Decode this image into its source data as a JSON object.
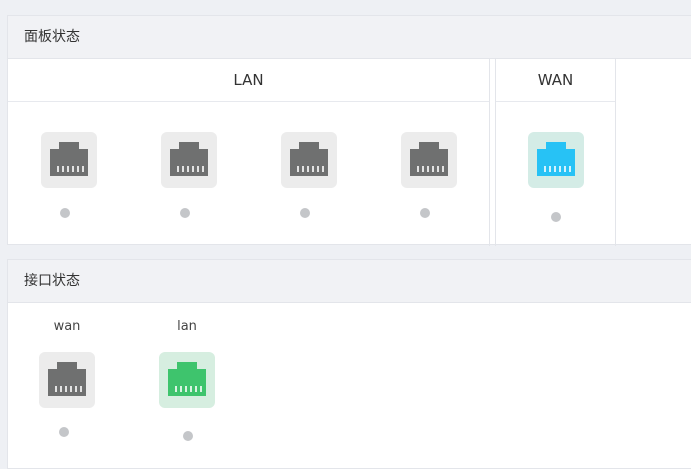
{
  "panel_status": {
    "title": "面板状态",
    "lan": {
      "label": "LAN",
      "ports": [
        {
          "state": "inactive"
        },
        {
          "state": "inactive"
        },
        {
          "state": "inactive"
        },
        {
          "state": "inactive"
        }
      ]
    },
    "wan": {
      "label": "WAN",
      "ports": [
        {
          "state": "active"
        }
      ]
    }
  },
  "interface_status": {
    "title": "接口状态",
    "interfaces": [
      {
        "name": "wan",
        "state": "inactive"
      },
      {
        "name": "lan",
        "state": "active"
      }
    ]
  },
  "colors": {
    "port_inactive": "#6f7070",
    "port_wan_active": "#27c2f5",
    "port_lan_active": "#3ec46d",
    "dot": "#c4c6c9"
  },
  "icons": {
    "port": "ethernet-port-icon",
    "status": "status-dot-icon"
  }
}
